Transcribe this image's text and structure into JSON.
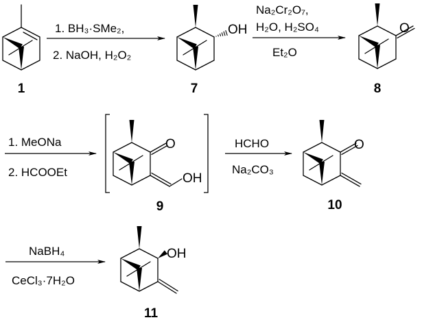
{
  "steps": [
    {
      "above": [
        "1. BH₃·SMe₂,"
      ],
      "below": [
        "2. NaOH, H₂O₂"
      ]
    },
    {
      "above": [
        "Na₂Cr₂O₇,",
        "H₂O, H₂SO₄"
      ],
      "below": [
        "Et₂O"
      ]
    },
    {
      "above": [
        "1. MeONa"
      ],
      "below": [
        "2. HCOOEt"
      ]
    },
    {
      "above": [
        "HCHO"
      ],
      "below": [
        "Na₂CO₃"
      ]
    },
    {
      "above": [
        "NaBH₄"
      ],
      "below": [
        "CeCl₃·7H₂O"
      ]
    }
  ],
  "compounds": [
    {
      "label": "1"
    },
    {
      "label": "7",
      "atoms": [
        "OH"
      ]
    },
    {
      "label": "8",
      "atoms": [
        "O"
      ]
    },
    {
      "label": "9",
      "atoms": [
        "O",
        "OH"
      ],
      "bracketed": true
    },
    {
      "label": "10",
      "atoms": [
        "O"
      ]
    },
    {
      "label": "11",
      "atoms": [
        "OH"
      ]
    }
  ]
}
